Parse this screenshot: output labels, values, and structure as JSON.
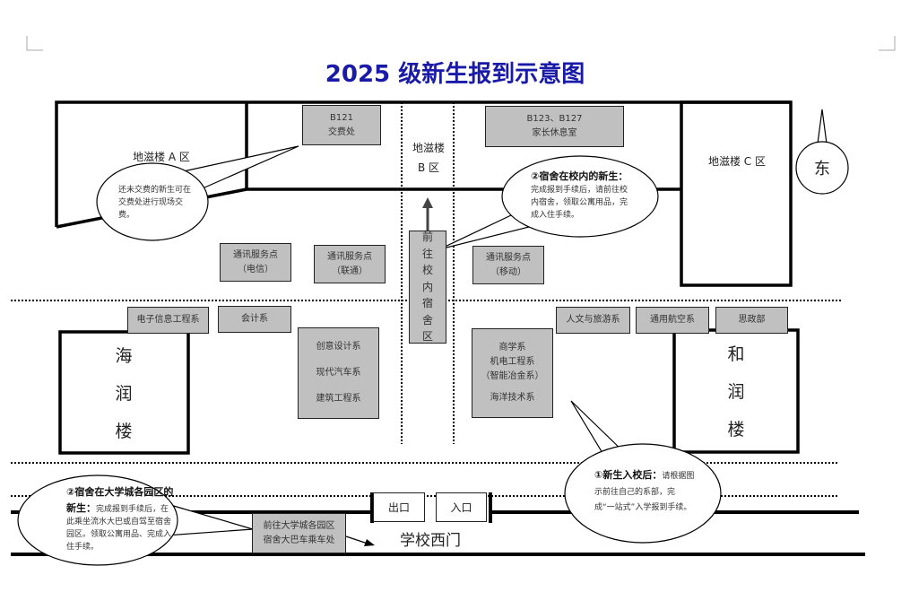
{
  "title": "2025 级新生报到示意图",
  "buildings": {
    "dizi_a": "地滋楼 A 区",
    "dizi_b_line1": "地滋楼",
    "dizi_b_line2": "B 区",
    "dizi_c": "地滋楼 C 区",
    "hairun": [
      "海",
      "润",
      "楼"
    ],
    "herun": [
      "和",
      "润",
      "楼"
    ]
  },
  "compass": "东",
  "rooms": {
    "b121": [
      "B121",
      "交费处"
    ],
    "b123": [
      "B123、B127",
      "家长休息室"
    ],
    "telecom": [
      "通讯服务点",
      "（电信）"
    ],
    "unicom": [
      "通讯服务点",
      "（联通）"
    ],
    "mobile": [
      "通讯服务点",
      "（移动）"
    ],
    "dorm_path": [
      "前",
      "往",
      "校",
      "内",
      "宿",
      "舍",
      "区"
    ],
    "bus_stop": [
      "前往大学城各园区",
      "宿舍大巴车乘车处"
    ]
  },
  "departments": {
    "electronic": "电子信息工程系",
    "accounting": "会计系",
    "group_left": [
      "创意设计系",
      "现代汽车系",
      "建筑工程系"
    ],
    "group_right": [
      "商学系",
      "机电工程系",
      "（智能冶金系）",
      "海洋技术系"
    ],
    "humanities": "人文与旅游系",
    "aviation": "通用航空系",
    "politics": "思政部"
  },
  "notes": {
    "fee": "还未交费的新生可在交费处进行现场交费。",
    "dorm_campus_title": "②宿舍在校内的新生：",
    "dorm_campus_body": "完成报到手续后，请前往校内宿舍，领取公寓用品，完成入住手续。",
    "dorm_city_title": "②宿舍在大学城各园区的新生：",
    "dorm_city_body": "完成报到手续后，在此乘坐流水大巴或自驾至宿舍园区。领取公寓用品、完成入住手续。",
    "arrival_title": "①新生入校后：",
    "arrival_body": "请根据图示前往自己的系部，完成“一站式”入学报到手续。"
  },
  "gate": {
    "exit": "出口",
    "entrance": "入口",
    "name": "学校西门"
  },
  "colors": {
    "title": "#1a1aa8",
    "box": "#c0c0c0"
  }
}
